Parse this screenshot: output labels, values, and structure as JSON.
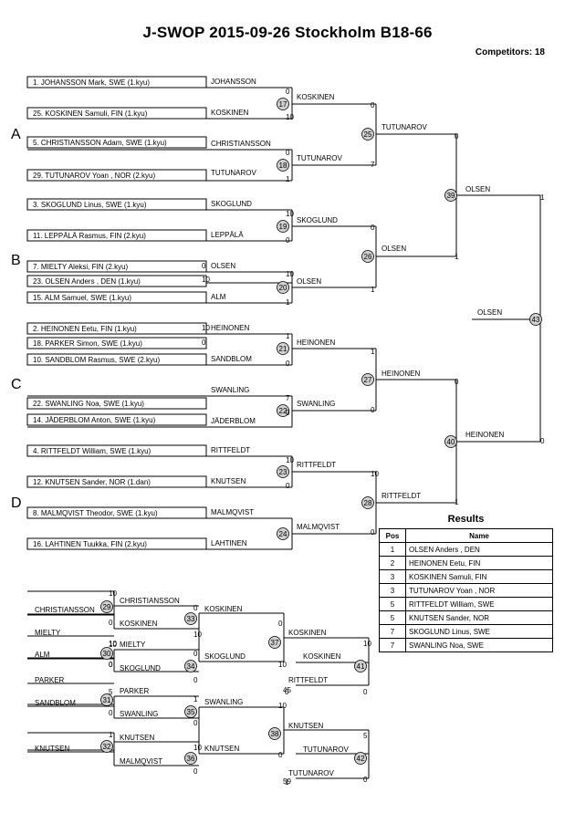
{
  "header": {
    "title": "J-SWOP  2015-09-26  Stockholm    B18-66",
    "competitors": "Competitors: 18"
  },
  "pools": [
    "A",
    "B",
    "C",
    "D"
  ],
  "entries": [
    "1. JOHANSSON Mark, SWE (1.kyu)",
    "25. KOSKINEN Samuli, FIN (1.kyu)",
    "5. CHRISTIANSSON Adam, SWE (1.kyu)",
    "29. TUTUNAROV Yoan , NOR (2.kyu)",
    "3. SKOGLUND Linus, SWE (1.kyu)",
    "11. LEPPÄLÄ Rasmus, FIN (2.kyu)",
    "7. MIELTY Aleksi, FIN (2.kyu)",
    "23. OLSEN Anders , DEN (1.kyu)",
    "15. ALM Samuel, SWE (1.kyu)",
    "2. HEINONEN Eetu, FIN (1.kyu)",
    "18. PARKER Simon, SWE (1.kyu)",
    "10. SANDBLOM Rasmus, SWE (2.kyu)",
    "22. SWANLING Noa, SWE (1.kyu)",
    "14. JÄDERBLOM Anton, SWE (1.kyu)",
    "4. RITTFELDT William, SWE (1.kyu)",
    "12. KNUTSEN Sander, NOR (1.dan)",
    "8. MALMQVIST Theodor, SWE (1.kyu)",
    "16. LAHTINEN Tuukka, FIN (2.kyu)"
  ],
  "names": [
    "JOHANSSON",
    "KOSKINEN",
    "CHRISTIANSSON",
    "TUTUNAROV",
    "SKOGLUND",
    "LEPPÄLÄ",
    "OLSEN",
    "ALM",
    "HEINONEN",
    "SANDBLOM",
    "SWANLING",
    "JÄDERBLOM",
    "RITTFELDT",
    "KNUTSEN",
    "MALMQVIST",
    "LAHTINEN",
    "KOSKINEN",
    "TUTUNAROV",
    "SKOGLUND",
    "OLSEN",
    "HEINONEN",
    "SWANLING",
    "RITTFELDT",
    "MALMQVIST",
    "TUTUNAROV",
    "OLSEN",
    "HEINONEN",
    "RITTFELDT",
    "OLSEN",
    "HEINONEN",
    "OLSEN",
    "CHRISTIANSSON",
    "MIELTY",
    "ALM",
    "PARKER",
    "SANDBLOM",
    "KNUTSEN",
    "CHRISTIANSSON",
    "KOSKINEN",
    "MIELTY",
    "SKOGLUND",
    "PARKER",
    "SWANLING",
    "KNUTSEN",
    "MALMQVIST",
    "KOSKINEN",
    "SKOGLUND",
    "SWANLING",
    "KNUTSEN",
    "KOSKINEN",
    "KOSKINEN",
    "RITTFELDT",
    "KNUTSEN",
    "TUTUNAROV",
    "TUTUNAROV"
  ],
  "scores": [
    "0",
    "10",
    "0",
    "1",
    "10",
    "0",
    "0",
    "10",
    "10",
    "1",
    "10",
    "0",
    "1",
    "0",
    "7",
    "0",
    "10",
    "0",
    "0",
    "7",
    "0",
    "1",
    "1",
    "0",
    "10",
    "0",
    "0",
    "1",
    "1",
    "0",
    "1",
    "0",
    "10",
    "0",
    "10",
    "0",
    "0",
    "10",
    "0",
    "0",
    "1",
    "5",
    "0",
    "0",
    "1",
    "10",
    "0",
    "0",
    "10",
    "10",
    "0",
    "10",
    "0",
    "5",
    "0",
    "10",
    "0",
    "0",
    "1"
  ],
  "match_numbers": [
    "17",
    "18",
    "19",
    "20",
    "21",
    "22",
    "23",
    "24",
    "25",
    "26",
    "27",
    "28",
    "39",
    "40",
    "43",
    "29",
    "30",
    "31",
    "32",
    "33",
    "34",
    "35",
    "36",
    "37",
    "38",
    "41",
    "42"
  ],
  "small_marks": [
    "45",
    "59"
  ],
  "results": {
    "title": "Results",
    "headers": [
      "Pos",
      "Name"
    ],
    "rows": [
      {
        "pos": "1",
        "name": "OLSEN Anders , DEN"
      },
      {
        "pos": "2",
        "name": "HEINONEN Eetu, FIN"
      },
      {
        "pos": "3",
        "name": "KOSKINEN Samuli, FIN"
      },
      {
        "pos": "3",
        "name": "TUTUNAROV Yoan , NOR"
      },
      {
        "pos": "5",
        "name": "RITTFELDT William, SWE"
      },
      {
        "pos": "5",
        "name": "KNUTSEN Sander, NOR"
      },
      {
        "pos": "7",
        "name": "SKOGLUND Linus, SWE"
      },
      {
        "pos": "7",
        "name": "SWANLING Noa, SWE"
      }
    ]
  }
}
